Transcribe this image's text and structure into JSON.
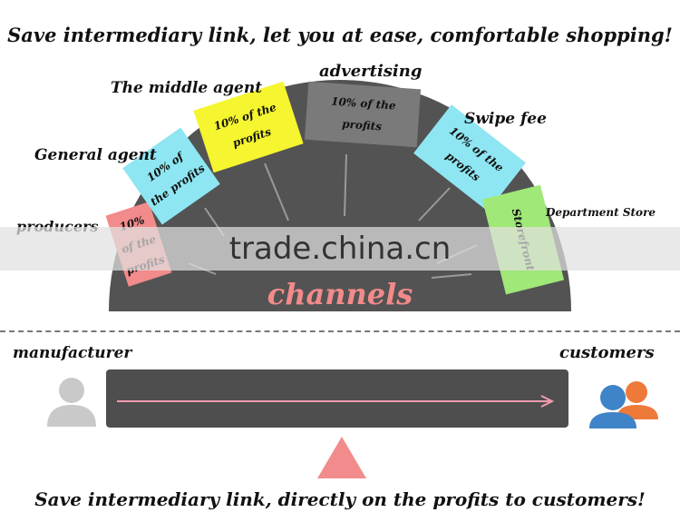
{
  "header": "Save intermediary link, let you at ease, comfortable shopping!",
  "footer": "Save intermediary link, directly on the profits to customers!",
  "center_label": "channels",
  "segments": [
    {
      "label": "producers",
      "text": "10% of the profits",
      "color": "#f28b8b"
    },
    {
      "label": "General agent",
      "text": "10% of the profits",
      "color": "#8ee6f2"
    },
    {
      "label": "The middle agent",
      "text": "10% of the profits",
      "color": "#f5f530"
    },
    {
      "label": "advertising",
      "text": "10% of the profits",
      "color": "#7a7a7a"
    },
    {
      "label": "Swipe fee",
      "text": "10% of the profits",
      "color": "#8ee6f2"
    },
    {
      "label": "Department Store",
      "text": "Storefront",
      "color": "#a0e878"
    }
  ],
  "bottom": {
    "left_label": "manufacturer",
    "right_label": "customers"
  },
  "colors": {
    "dome": "#535353",
    "arrow": "#f29ab0",
    "pivot": "#f28b8b",
    "person_gray": "#c9c9c9",
    "person_blue": "#3f83c8",
    "person_orange": "#ee7a3a"
  },
  "watermark": "trade.china.cn"
}
